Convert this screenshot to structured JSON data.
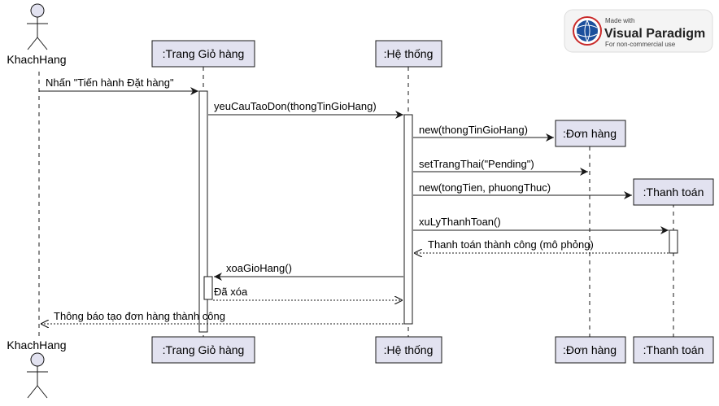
{
  "colors": {
    "participant_fill": "#e2e2f0",
    "participant_stroke": "#181818",
    "lifeline": "#181818",
    "activation_fill": "#ffffff",
    "watermark_blue": "#1b4f9c",
    "watermark_red": "#c92a2a"
  },
  "actor": {
    "name": "KhachHang",
    "icon": "stick-figure-icon"
  },
  "participants": [
    {
      "id": "cart",
      "label": ":Trang Giỏ hàng"
    },
    {
      "id": "system",
      "label": ":Hệ thống"
    },
    {
      "id": "order",
      "label": ":Đơn hàng"
    },
    {
      "id": "payment",
      "label": ":Thanh toán"
    }
  ],
  "messages": [
    {
      "label": "Nhấn \"Tiến hành Đặt hàng\"",
      "from": "KhachHang",
      "to": "cart",
      "style": "sync"
    },
    {
      "label": "yeuCauTaoDon(thongTinGioHang)",
      "from": "cart",
      "to": "system",
      "style": "sync"
    },
    {
      "label": "new(thongTinGioHang)",
      "from": "system",
      "to": "order",
      "style": "create"
    },
    {
      "label": "setTrangThai(\"Pending\")",
      "from": "system",
      "to": "order",
      "style": "sync"
    },
    {
      "label": "new(tongTien, phuongThuc)",
      "from": "system",
      "to": "payment",
      "style": "create"
    },
    {
      "label": "xuLyThanhToan()",
      "from": "system",
      "to": "payment",
      "style": "sync"
    },
    {
      "label": "Thanh toán thành công (mô phỏng)",
      "from": "payment",
      "to": "system",
      "style": "return"
    },
    {
      "label": "xoaGioHang()",
      "from": "system",
      "to": "cart",
      "style": "sync"
    },
    {
      "label": "Đã xóa",
      "from": "cart",
      "to": "system",
      "style": "return"
    },
    {
      "label": "Thông báo tạo đơn hàng thành công",
      "from": "system",
      "to": "KhachHang",
      "style": "return"
    }
  ],
  "watermark": {
    "line1": "Made with",
    "line2": "Visual Paradigm",
    "line3": "For non-commercial use"
  }
}
